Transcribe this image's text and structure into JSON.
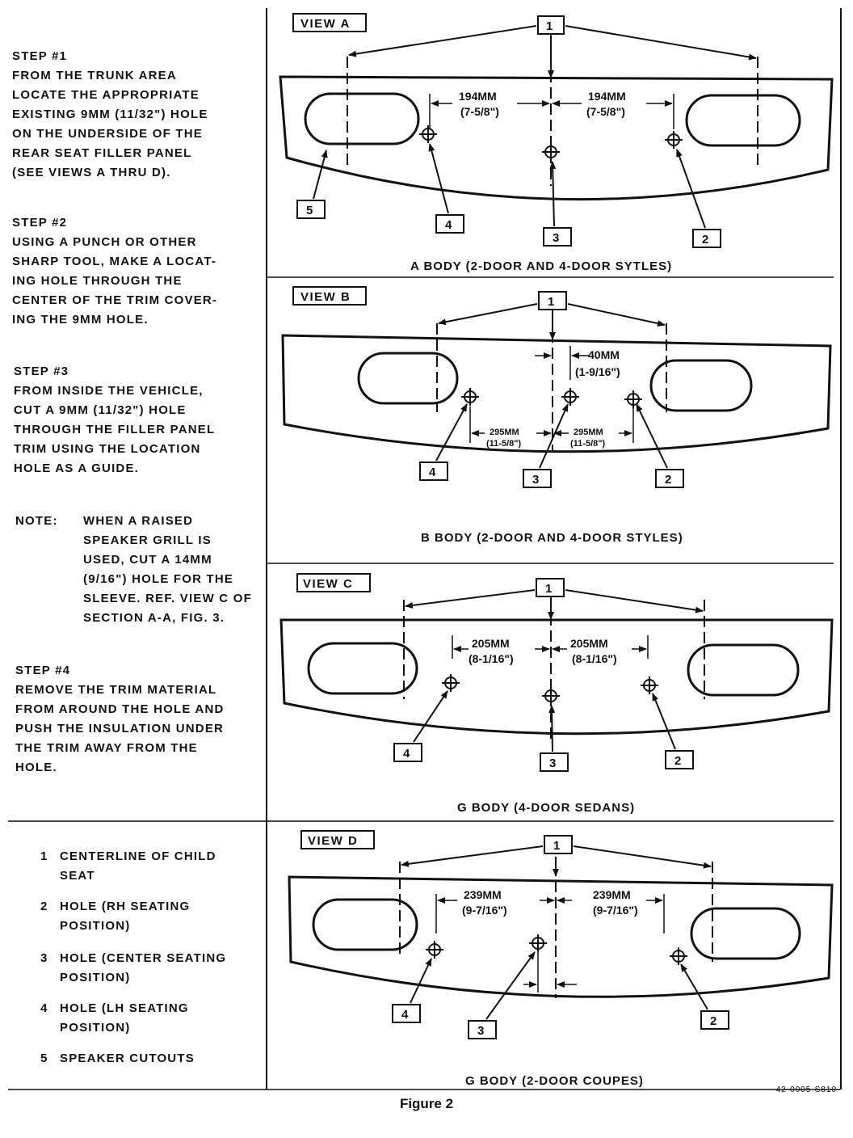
{
  "instructions": {
    "steps": [
      {
        "title": "STEP #1",
        "lines": [
          "FROM THE TRUNK AREA",
          "LOCATE THE APPROPRIATE",
          "EXISTING 9MM (11/32\") HOLE",
          "ON THE UNDERSIDE OF THE",
          "REAR SEAT FILLER PANEL",
          "(SEE VIEWS A THRU D)."
        ]
      },
      {
        "title": "STEP #2",
        "lines": [
          "USING A PUNCH OR OTHER",
          "SHARP TOOL, MAKE A LOCAT-",
          "ING HOLE THROUGH THE",
          "CENTER OF THE TRIM COVER-",
          "ING THE 9MM HOLE."
        ]
      },
      {
        "title": "STEP #3",
        "lines": [
          "FROM INSIDE THE VEHICLE,",
          "CUT A 9MM (11/32\") HOLE",
          "THROUGH THE FILLER PANEL",
          "TRIM USING THE LOCATION",
          "HOLE AS A GUIDE."
        ]
      },
      {
        "title": "STEP #4",
        "lines": [
          "REMOVE THE TRIM MATERIAL",
          "FROM AROUND THE HOLE AND",
          "PUSH THE INSULATION UNDER",
          "THE TRIM AWAY FROM THE",
          "HOLE."
        ]
      }
    ],
    "note": {
      "label": "NOTE:",
      "lines": [
        "WHEN A RAISED",
        "SPEAKER GRILL IS",
        "USED, CUT A 14MM",
        "(9/16\") HOLE  FOR  THE",
        "SLEEVE. REF. VIEW C OF",
        "SECTION A-A, FIG. 3."
      ]
    }
  },
  "legend": [
    {
      "num": "1",
      "lines": [
        "CENTERLINE OF CHILD",
        "SEAT"
      ]
    },
    {
      "num": "2",
      "lines": [
        "HOLE (RH SEATING",
        "POSITION)"
      ]
    },
    {
      "num": "3",
      "lines": [
        "HOLE (CENTER SEATING",
        "POSITION)"
      ]
    },
    {
      "num": "4",
      "lines": [
        "HOLE (LH SEATING",
        "POSITION)"
      ]
    },
    {
      "num": "5",
      "lines": [
        "SPEAKER CUTOUTS"
      ]
    }
  ],
  "views": [
    {
      "label": "VIEW  A",
      "caption": "A BODY (2-DOOR AND 4-DOOR SYTLES)",
      "dim_left": [
        "194MM",
        "(7-5/8\")"
      ],
      "dim_right": [
        "194MM",
        "(7-5/8\")"
      ],
      "callouts": [
        "1",
        "2",
        "3",
        "4",
        "5"
      ]
    },
    {
      "label": "VIEW  B",
      "caption": "B BODY (2-DOOR AND 4-DOOR STYLES)",
      "dim_top": [
        "40MM",
        "(1-9/16\")"
      ],
      "dim_left": [
        "295MM",
        "(11-5/8\")"
      ],
      "dim_right": [
        "295MM",
        "(11-5/8\")"
      ],
      "callouts": [
        "1",
        "2",
        "3",
        "4"
      ]
    },
    {
      "label": "VIEW  C",
      "caption": "G BODY (4-DOOR SEDANS)",
      "dim_left": [
        "205MM",
        "(8-1/16\")"
      ],
      "dim_right": [
        "205MM",
        "(8-1/16\")"
      ],
      "callouts": [
        "1",
        "2",
        "3",
        "4"
      ]
    },
    {
      "label": "VIEW  D",
      "caption": "G BODY (2-DOOR COUPES)",
      "dim_left": [
        "239MM",
        "(9-7/16\")"
      ],
      "dim_right": [
        "239MM",
        "(9-7/16\")"
      ],
      "callouts": [
        "1",
        "2",
        "3",
        "4"
      ]
    }
  ],
  "figure_caption": "Figure 2",
  "reference_code": "42-0005-S810"
}
